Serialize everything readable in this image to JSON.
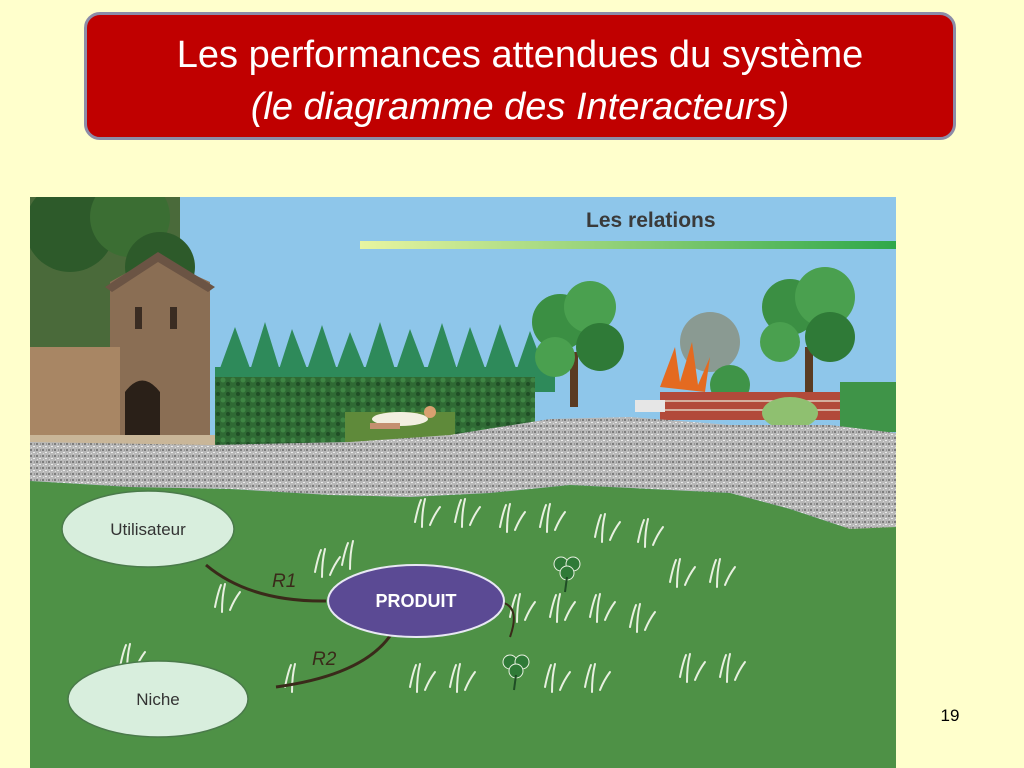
{
  "slide": {
    "title_line1": "Les performances attendues du système",
    "title_line2": "(le diagramme des Interacteurs)",
    "page_number": "19"
  },
  "diagram": {
    "heading": "Les relations",
    "nodes": {
      "user": "Utilisateur",
      "product": "PRODUIT",
      "niche": "Niche"
    },
    "relations": {
      "r1": "R1",
      "r2": "R2"
    }
  },
  "colors": {
    "title_background": "#c00000",
    "slide_background": "#ffffcc",
    "product_node": "#5b4a94",
    "outer_nodes": "#d8eedd",
    "grass": "#4e9146",
    "sky": "#8ec6ea"
  }
}
